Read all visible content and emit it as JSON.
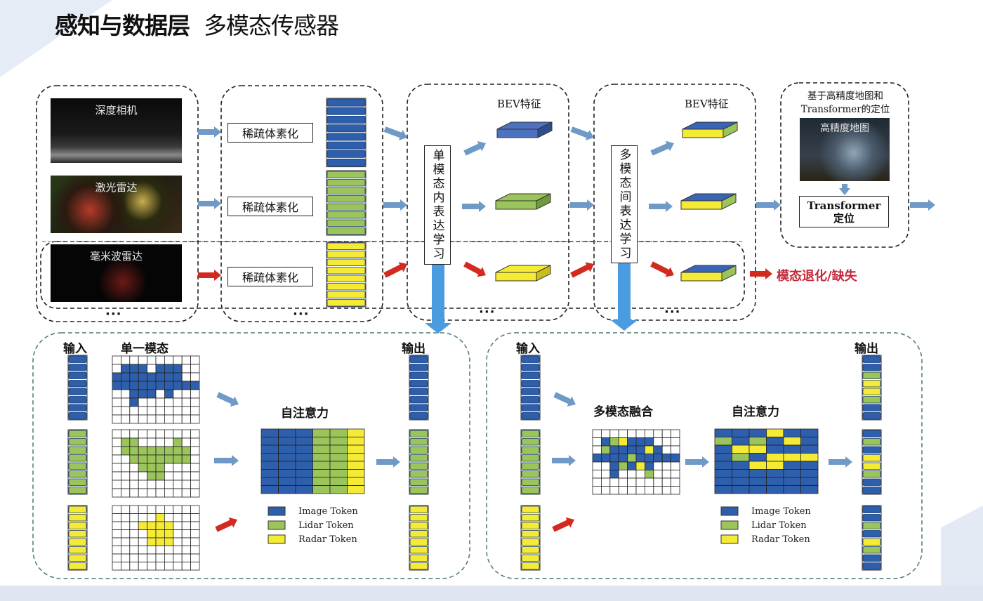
{
  "title": {
    "main": "感知与数据层",
    "sub": "多模态传感器"
  },
  "colors": {
    "blue": "#2e5fac",
    "green": "#9bc55a",
    "yellow": "#f5eb35",
    "arrow_blue": "#6f9ac7",
    "arrow_red": "#d22a1f",
    "degrade_text": "#c3283a"
  },
  "top": {
    "sensors": [
      {
        "label": "深度相机"
      },
      {
        "label": "激光雷达"
      },
      {
        "label": "毫米波雷达"
      }
    ],
    "voxel_label": "稀疏体素化",
    "intra_label": "单模态内表达学习",
    "inter_label": "多模态间表达学习",
    "bev_label": "BEV特征",
    "loc_title": "基于高精度地图和Transformer的定位",
    "hd_map_label": "高精度地图",
    "transformer_label": "Transformer定位",
    "degrade_label": "模态退化/缺失",
    "ellipsis": "···"
  },
  "bottom_left": {
    "input_label": "输入",
    "single_label": "单一模态",
    "attention_label": "自注意力",
    "output_label": "输出"
  },
  "bottom_right": {
    "input_label": "输入",
    "fusion_label": "多模态融合",
    "attention_label": "自注意力",
    "output_label": "输出"
  },
  "legend": {
    "image": "Image Token",
    "lidar": "Lidar Token",
    "radar": "Radar Token"
  }
}
